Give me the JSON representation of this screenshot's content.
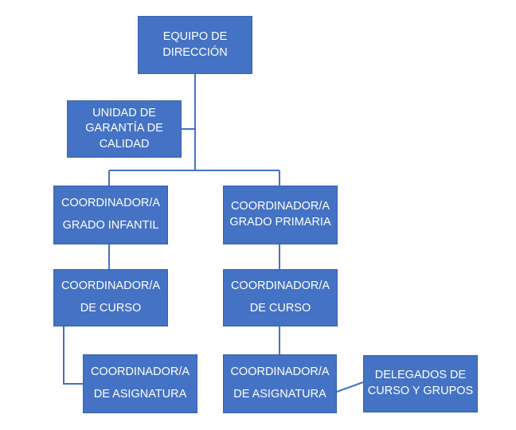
{
  "colors": {
    "box_fill": "#4472c4",
    "box_border": "#3a62a8",
    "text": "#ffffff",
    "connector": "#4472c4"
  },
  "nodes": {
    "direccion": {
      "line1": "EQUIPO DE",
      "line2": "DIRECCIÓN"
    },
    "calidad": {
      "line1": "UNIDAD DE",
      "line2": "GARANTÍA DE",
      "line3": "CALIDAD"
    },
    "infantil": {
      "line1": "COORDINADOR/A",
      "line2": "GRADO INFANTIL"
    },
    "primaria": {
      "line1": "COORDINADOR/A",
      "line2": "GRADO PRIMARIA"
    },
    "curso_infantil": {
      "line1": "COORDINADOR/A",
      "line2": "DE CURSO"
    },
    "curso_primaria": {
      "line1": "COORDINADOR/A",
      "line2": "DE CURSO"
    },
    "asignatura_infantil": {
      "line1": "COORDINADOR/A",
      "line2": "DE ASIGNATURA"
    },
    "asignatura_primaria": {
      "line1": "COORDINADOR/A",
      "line2": "DE ASIGNATURA"
    },
    "delegados": {
      "line1": "DELEGADOS DE",
      "line2": "CURSO Y GRUPOS"
    }
  }
}
